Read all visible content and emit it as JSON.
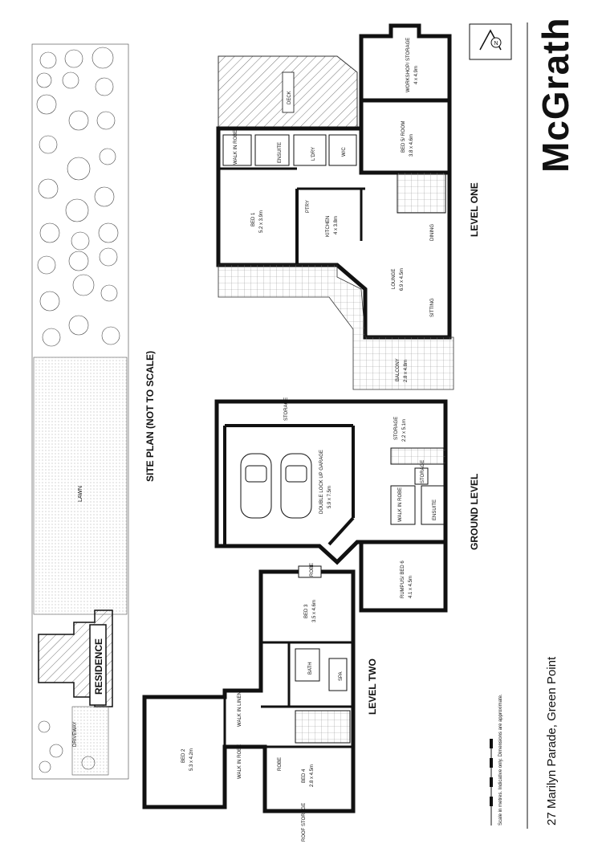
{
  "brand": {
    "name": "McGrath"
  },
  "address": "27 Marilyn Parade, Green Point",
  "titles": {
    "site_plan": "SITE PLAN (NOT TO SCALE)",
    "level_one": "LEVEL ONE",
    "ground_level": "GROUND LEVEL",
    "level_two": "LEVEL TWO"
  },
  "site": {
    "lawn": "LAWN",
    "residence": "RESIDENCE",
    "driveway": "DRIVEWAY"
  },
  "compass": {
    "letter": "N"
  },
  "scale_note": "Scale in metres. Indicative only. Dimensions are approximate.",
  "level_one": {
    "workshop": {
      "name": "WORKSHOP/ STORAGE",
      "dims": "4 x 4.9m"
    },
    "deck": "DECK",
    "bed5": {
      "name": "BED 5/ ROOM",
      "dims": "3.8 x 4.6m"
    },
    "walk_in_robe": "WALK IN ROBE",
    "ensuite": "ENSUITE",
    "ldry": "L'DRY",
    "wc": "W/C",
    "bed1": {
      "name": "BED 1",
      "dims": "5.2 x 3.9m"
    },
    "ptry": "PTRY",
    "kitchen": {
      "name": "KITCHEN",
      "dims": "4 x 3.8m"
    },
    "dining": "DINING",
    "lounge": {
      "name": "LOUNGE",
      "dims": "6.9 x 4.5m"
    },
    "sitting": "SITTING",
    "balcony": {
      "name": "BALCONY",
      "dims": "2.8 x 4.8m"
    }
  },
  "ground_level": {
    "storage_strip": "STORAGE",
    "storage": {
      "name": "STORAGE",
      "dims": "2.2 x 5.1m"
    },
    "garage": {
      "name": "DOUBLE LOCK UP GARAGE",
      "dims": "5.9 x 7.5m"
    },
    "storage_small": "STORAGE",
    "walk_in_robe": "WALK IN ROBE",
    "ensuite": "ENSUITE",
    "rumpus": {
      "name": "RUMPUS/ BED 6",
      "dims": "4.1 x 4.5m"
    }
  },
  "level_two": {
    "robe": "ROBE",
    "bed3": {
      "name": "BED 3",
      "dims": "3.5 x 4.6m"
    },
    "bath": "BATH",
    "spa": "SPA",
    "bed2": {
      "name": "BED 2",
      "dims": "5.3 x 4.2m"
    },
    "walk_in_linen": "WALK IN LINEN",
    "walk_in_robe": "WALK IN ROBE",
    "robe2": "ROBE",
    "bed4": {
      "name": "BED 4",
      "dims": "2.8 x 4.5m"
    },
    "roof_storage": "ROOF STORAGE"
  }
}
